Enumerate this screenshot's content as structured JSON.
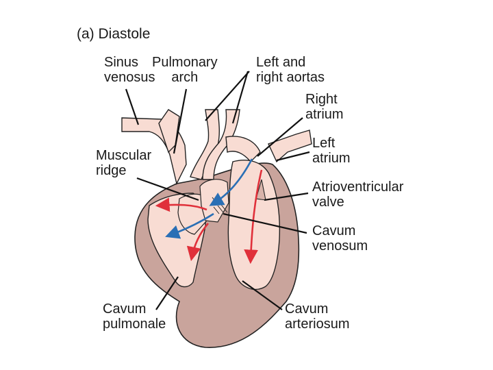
{
  "title": "(a) Diastole",
  "labels": {
    "sinus_venosus": [
      "Sinus",
      "venosus"
    ],
    "pulmonary_arch": [
      "Pulmonary",
      "arch"
    ],
    "left_right_aortas": [
      "Left and",
      "right aortas"
    ],
    "right_atrium": [
      "Right",
      "atrium"
    ],
    "left_atrium": [
      "Left",
      "atrium"
    ],
    "muscular_ridge": [
      "Muscular",
      "ridge"
    ],
    "atrioventricular_valve": [
      "Atrioventricular",
      "valve"
    ],
    "cavum_venosum": [
      "Cavum",
      "venosum"
    ],
    "cavum_pulmonale": [
      "Cavum",
      "pulmonale"
    ],
    "cavum_arteriosum": [
      "Cavum",
      "arteriosum"
    ]
  },
  "colors": {
    "oxygenated_flow": "#e0303a",
    "deoxygenated_flow": "#2a6fb5",
    "heart_wall": "#c9a49c",
    "heart_inner": "#f8dcd3",
    "outline": "#222222"
  }
}
